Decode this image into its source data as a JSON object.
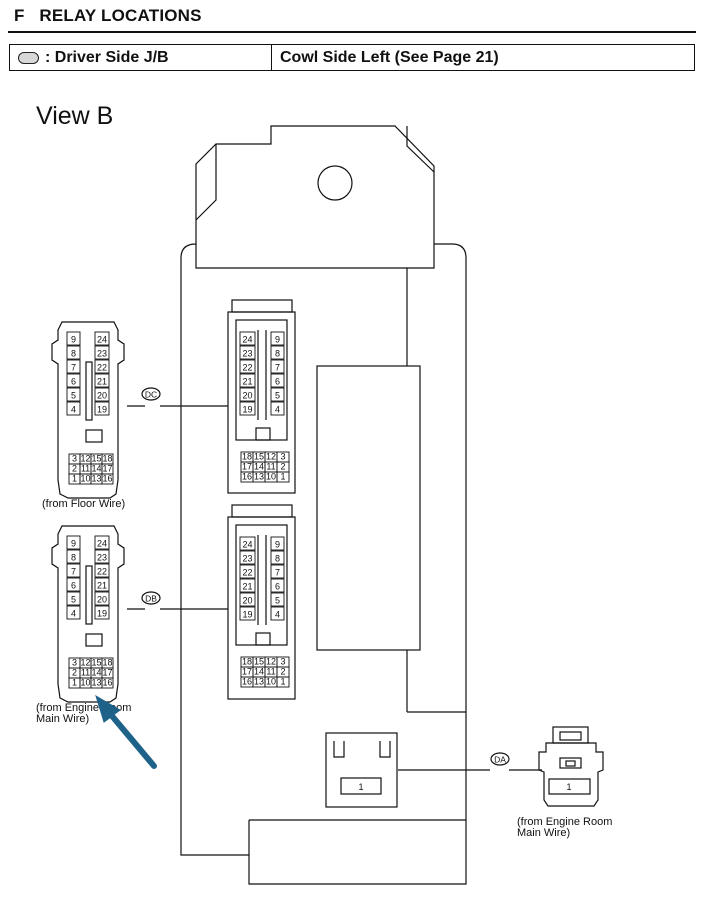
{
  "header": {
    "section_letter": "F",
    "section_title": "RELAY LOCATIONS"
  },
  "location_bar": {
    "symbol_icon": "oval-symbol-icon",
    "left_label": ": Driver Side J/B",
    "right_label": "Cowl Side Left (See Page 21)"
  },
  "view": {
    "title": "View B"
  },
  "connectors": {
    "dc_code": "DC",
    "db_code": "DB",
    "da_code": "DA",
    "floor_wire_caption": "(from Floor Wire)",
    "engine_room_caption_1": "(from Engine Room",
    "engine_room_caption_2": "Main Wire)",
    "left_col": [
      "9",
      "8",
      "7",
      "6",
      "5",
      "4"
    ],
    "right_col": [
      "24",
      "23",
      "22",
      "21",
      "20",
      "19"
    ],
    "bottom_rows": [
      [
        "3",
        "12",
        "15",
        "18"
      ],
      [
        "2",
        "11",
        "14",
        "17"
      ],
      [
        "1",
        "10",
        "13",
        "16"
      ]
    ],
    "jb_top_left": [
      "24",
      "23",
      "22",
      "21",
      "20",
      "19"
    ],
    "jb_top_right": [
      "9",
      "8",
      "7",
      "6",
      "5",
      "4"
    ],
    "jb_bottom_rows": [
      [
        "18",
        "15",
        "12",
        "3"
      ],
      [
        "17",
        "14",
        "11",
        "2"
      ],
      [
        "16",
        "13",
        "10",
        "1"
      ]
    ],
    "single_pin": "1"
  },
  "colors": {
    "arrow": "#1e6289",
    "line": "#111111"
  }
}
